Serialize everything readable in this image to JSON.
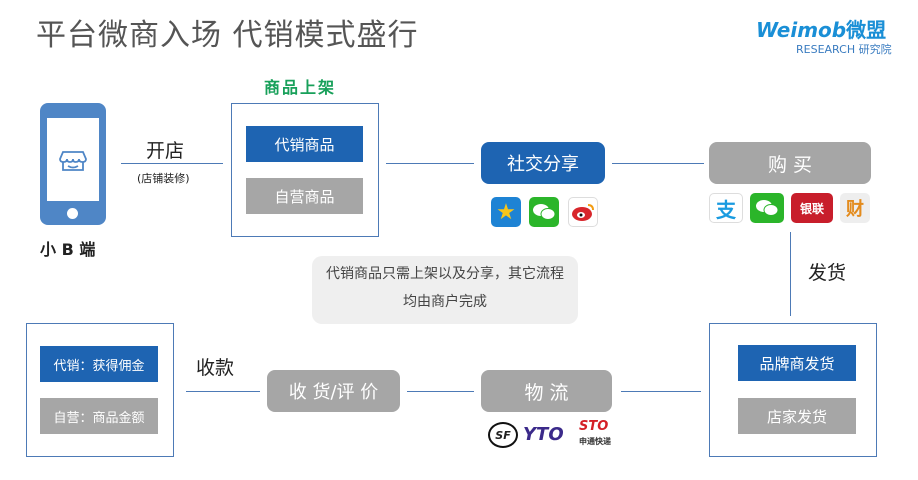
{
  "title": "平台微商入场  代销模式盛行",
  "logo": {
    "brand": "Weimob",
    "brand_cn": "微盟",
    "sub": "RESEARCH 研究院"
  },
  "phone_label": "小 B 端",
  "open_store": {
    "label": "开店",
    "sub": "(店铺装修)"
  },
  "listing": {
    "heading": "商品上架",
    "consignment": "代销商品",
    "own": "自营商品"
  },
  "social_share": "社交分享",
  "buy": "购 买",
  "ship": "发货",
  "shipping": {
    "brand": "品牌商发货",
    "store": "店家发货"
  },
  "logistics": "物 流",
  "receive_review": "收 货/评 价",
  "collect": "收款",
  "income": {
    "consignment": "代销：获得佣金",
    "own": "自营：商品金额"
  },
  "note": "代销商品只需上架以及分享，其它流程均由商户完成",
  "payment_icons": [
    {
      "name": "alipay-icon",
      "glyph": "支",
      "color": "#1a9be0",
      "bg": "#ffffff"
    },
    {
      "name": "wechat-pay-icon",
      "glyph": "✓",
      "color": "#ffffff",
      "bg": "#2bb52a"
    },
    {
      "name": "unionpay-icon",
      "glyph": "银联",
      "color": "#ffffff",
      "bg": "#c81e2b"
    },
    {
      "name": "caifutong-icon",
      "glyph": "财",
      "color": "#e38b1d",
      "bg": "#eeeeee"
    }
  ],
  "social_icons": [
    {
      "name": "qzone-icon",
      "glyph": "☆",
      "color": "#f7c51b",
      "bg": "#1e83d4"
    },
    {
      "name": "wechat-icon",
      "glyph": "◉",
      "color": "#ffffff",
      "bg": "#2bb52a"
    },
    {
      "name": "weibo-icon",
      "glyph": "◉",
      "color": "#d8262b",
      "bg": "#ffffff"
    }
  ],
  "courier_icons": [
    {
      "name": "sf-express-icon",
      "glyph": "SF",
      "color": "#111111"
    },
    {
      "name": "yto-icon",
      "glyph": "YTO",
      "color": "#3b2a8a"
    },
    {
      "name": "sto-icon",
      "glyph": "STO",
      "color": "#d42027"
    }
  ],
  "colors": {
    "blue": "#1e64b2",
    "grey": "#a6a6a6",
    "green_heading": "#18a05a",
    "line": "#4d7ab6"
  }
}
